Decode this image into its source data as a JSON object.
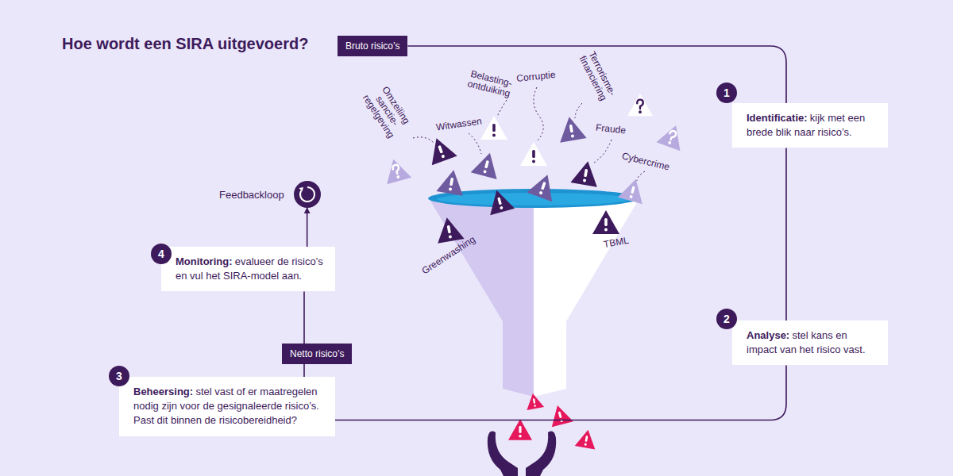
{
  "diagram": {
    "title": "Hoe wordt een SIRA uitgevoerd?",
    "nodes": [
      {
        "text": [
          "Bruto risico’s"
        ]
      },
      {
        "text": [
          "1"
        ]
      },
      {
        "text": [
          "Identificatie:",
          "kijk met een brede blik naar risico’s."
        ]
      },
      {
        "text": [
          "2"
        ]
      },
      {
        "text": [
          "Analyse:",
          "stel kans en impact van het risico vast."
        ]
      },
      {
        "text": [
          "3"
        ]
      },
      {
        "text": [
          "Beheersing:",
          "stel vast of er maatregelen nodig zijn voor de gesignaleerde risico’s. Past dit binnen de risicobereidheid?"
        ]
      },
      {
        "text": [
          "Netto risico’s"
        ]
      },
      {
        "text": [
          "4"
        ]
      },
      {
        "text": [
          "Monitoring:",
          "evalueer de risico’s en vul het SIRA-model aan."
        ]
      },
      {
        "text": [
          "Feedbackloop"
        ]
      }
    ],
    "edges": [
      {
        "from": 0,
        "to": 2,
        "arrow": "none"
      },
      {
        "from": 2,
        "to": 4,
        "arrow": "none"
      },
      {
        "from": 4,
        "to": 6,
        "arrow": "none"
      },
      {
        "from": 6,
        "to": 7,
        "arrow": "none"
      },
      {
        "from": 7,
        "to": 9,
        "arrow": "none"
      },
      {
        "from": 9,
        "to": 10,
        "arrow": "to"
      }
    ],
    "labels": [
      "Omzeiling sanctie- regelgeving",
      "Witwassen",
      "Belasting- ontduiking",
      "Corruptie",
      "Terrorisme- financiering",
      "Fraude",
      "Cybercrime",
      "Greenwashing",
      "TBML"
    ]
  }
}
